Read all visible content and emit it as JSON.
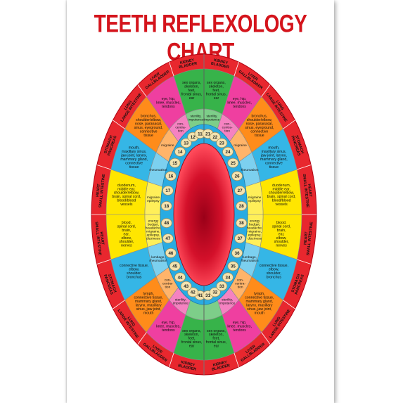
{
  "title": "TEETH REFLEXOLOGY CHART",
  "colors": {
    "title": "#d4141c",
    "outer_ring": "#e8272e",
    "inner_ring": "#29abe2",
    "mouth_center": "#b3001b",
    "mouth_outer": "#ff3b4a",
    "tooth": "#f3e3b0",
    "divider": "#8a8a8a"
  },
  "segment_colors": [
    "#37b34a",
    "#ef3fa0",
    "#ff8c1a",
    "#35b6e6",
    "#ffe600",
    "#ffe600",
    "#35b6e6",
    "#ff8c1a",
    "#ef3fa0",
    "#37b34a"
  ],
  "segments": [
    {
      "organ": [
        "KIDNEY",
        "BLADDER"
      ],
      "symptoms": [
        "sex organs,",
        "skeleton,",
        "feet,",
        "frontal sinus,",
        "ear"
      ],
      "condition": [
        "sterility,",
        "impotence"
      ],
      "teeth": [
        "11",
        "21"
      ]
    },
    {
      "organ": [
        "LIVER",
        "GALLBLADDER"
      ],
      "symptoms": [
        "eye, hip,",
        "knee, muscles,",
        "tendons"
      ],
      "condition": [
        "con-",
        "centra-",
        "tion"
      ],
      "teeth": [
        "12",
        "22"
      ]
    },
    {
      "organ": [
        "LUNG",
        "LARGE INTESTINE"
      ],
      "symptoms": [
        "bronchus,",
        "shoulder/elbow,",
        "nose, paranasal,",
        "sinus, eyeground,",
        "connective",
        "tissue"
      ],
      "condition": [
        "migraine"
      ],
      "teeth": [
        "13",
        "23"
      ]
    },
    {
      "organ": [
        "STOMACH",
        "PANCREAS"
      ],
      "symptoms": [
        "mouth,",
        "maxillary sinus,",
        "jaw joint, larynx,",
        "mammary gland,",
        "connective",
        "tissue"
      ],
      "condition": [
        "rheumatism"
      ],
      "teeth": [
        "14",
        "24"
      ]
    },
    {
      "organ": [
        "HEART",
        "SMALL INTESTINE"
      ],
      "symptoms": [
        "duodenum,",
        "middle ear,",
        "shoulder/elbow,",
        "brain, spinal cord,",
        "blood/blood",
        "vessels"
      ],
      "condition": [
        "migraine",
        "epilepsy"
      ],
      "teeth": [
        "15",
        "25"
      ]
    },
    {
      "organ": [
        "HEART",
        "SMALL INTESTINE"
      ],
      "symptoms": [
        "blood,",
        "spinal cord,",
        "brain,",
        "ear,",
        "elbow,",
        "shoulder,",
        "nerves"
      ],
      "condition": [
        "energy",
        "budget,",
        "headache,",
        "migraine,",
        "epilepsy,",
        "dizziness"
      ],
      "teeth": [
        "48",
        "38"
      ]
    },
    {
      "organ": [
        "STOMACH",
        "PANCREAS"
      ],
      "symptoms": [
        "connective tissue,",
        "elbow,",
        "shoulder,",
        "bronchus"
      ],
      "condition": [
        "lumbago,",
        "rheumatism"
      ],
      "teeth": [
        "47",
        "37"
      ]
    },
    {
      "organ": [
        "LUNG",
        "LARGE INTESTINE"
      ],
      "symptoms": [
        "lymph,",
        "connective tissue,",
        "mammary gland,",
        "larynx, maxillary",
        "sinus, jaw joint,",
        "mouth"
      ],
      "condition": [
        "con-",
        "centra-",
        "tion"
      ],
      "teeth": [
        "46",
        "36"
      ]
    },
    {
      "organ": [
        "LIVER",
        "GALLBLADDER"
      ],
      "symptoms": [
        "eye, hip,",
        "knee, muscles,",
        "tendons"
      ],
      "condition": [
        "sterility,",
        "impotence"
      ],
      "teeth": [
        "45",
        "35"
      ]
    },
    {
      "organ": [
        "KIDNEY",
        "BLADDER"
      ],
      "symptoms": [
        "sex organs,",
        "skeleton,",
        "feet,",
        "frontal sinus,",
        "ear"
      ],
      "condition": [],
      "teeth": [
        "44",
        "34"
      ]
    }
  ],
  "tooth_numbers": {
    "upper_left": [
      "18",
      "17",
      "16",
      "15",
      "14",
      "13",
      "12",
      "11"
    ],
    "upper_right": [
      "21",
      "22",
      "23",
      "24",
      "25",
      "26",
      "27",
      "28"
    ],
    "lower_left": [
      "41",
      "42",
      "43",
      "44",
      "45",
      "46",
      "47",
      "48"
    ],
    "lower_right": [
      "31",
      "32",
      "33",
      "34",
      "35",
      "36",
      "37",
      "38"
    ]
  }
}
